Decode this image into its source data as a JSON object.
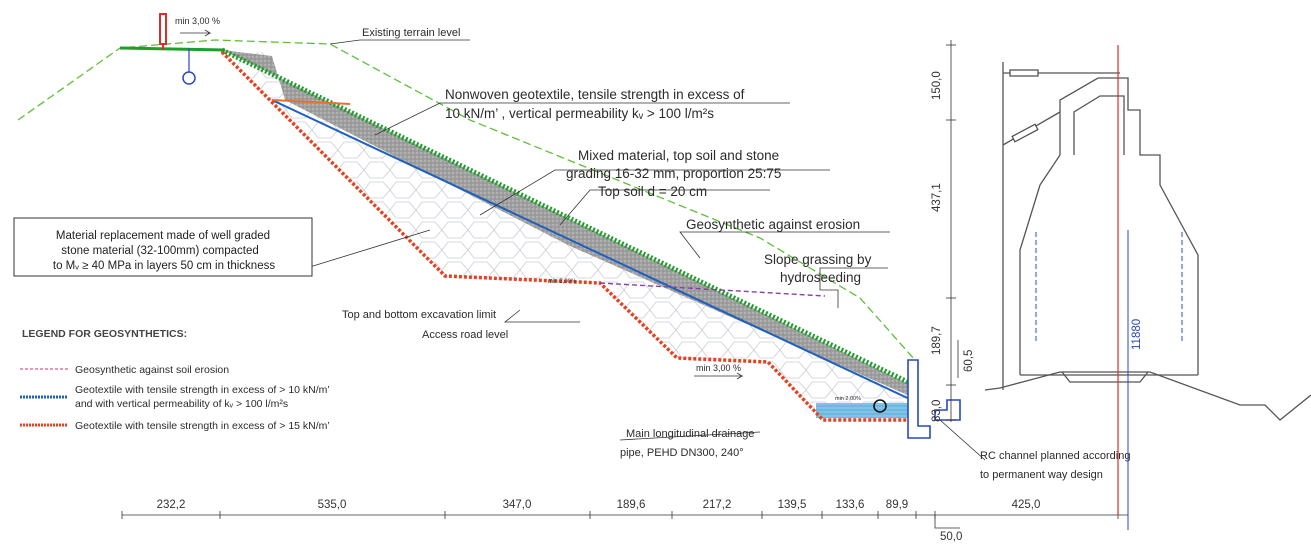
{
  "labels": {
    "existing_terrain": "Existing terrain level",
    "nonwoven_1": "Nonwoven geotextile, tensile strength in excess of",
    "nonwoven_2": "10 kN/m’ , vertical permeability  kᵥ > 100 l/m²s",
    "mixed_1": "Mixed material, top soil and stone",
    "mixed_2": "grading 16-32 mm, proportion 25:75",
    "topsoil": "Top soil  d = 20 cm",
    "geosynthetic_erosion": "Geosynthetic against erosion",
    "grassing_1": "Slope grassing by",
    "grassing_2": "hydroseeding",
    "excavation": "Top and bottom excavation limit",
    "access_road": "Access road level",
    "drainage_1": "Main longitudinal drainage",
    "drainage_2": "pipe, PEHD DN300, 240°",
    "rc_channel_1": "RC channel planned according",
    "rc_channel_2": "to permanent way design"
  },
  "material_box": {
    "line1": "Material replacement made of well graded",
    "line2": "stone material (32-100mm) compacted",
    "line3": "to  Mᵥ ≥ 40 MPa in layers 50 cm in thickness"
  },
  "slope_marks": {
    "top": "min 3,00 %",
    "middle": "min 3,00%",
    "lower": "min 3,00 %",
    "bottom": "min 2,00%"
  },
  "legend": {
    "title": "LEGEND FOR GEOSYNTHETICS:",
    "items": [
      {
        "label": "Geosynthetic against soil erosion",
        "color": "#e69ab8"
      },
      {
        "label": "Geotextile with tensile strength in excess of > 10 kN/m’",
        "label2": "and with vertical permeability of kᵥ > 100 l/m²s",
        "color": "#1f5fbf"
      },
      {
        "label": "Geotextile with tensile strength in excess of > 15 kN/m’",
        "color": "#e8401f"
      }
    ]
  },
  "dimensions_bottom": [
    "232,2",
    "535,0",
    "347,0",
    "189,6",
    "217,2",
    "139,5",
    "133,6",
    "89,9",
    "425,0"
  ],
  "dimension_offset": "50,0",
  "dimensions_vertical": [
    "150,0",
    "437,1",
    "189,7",
    "60,5",
    "83,0"
  ],
  "track_axis_label": "11880",
  "colors": {
    "grass": "#1e9e2a",
    "terrain": "#5fbf3a",
    "geotextile_blue": "#1f5fbf",
    "geotextile_red": "#e8401f",
    "erosion_purple": "#8a3fa8",
    "axis_red": "#d9302a",
    "axis_blue": "#2a48c0"
  }
}
